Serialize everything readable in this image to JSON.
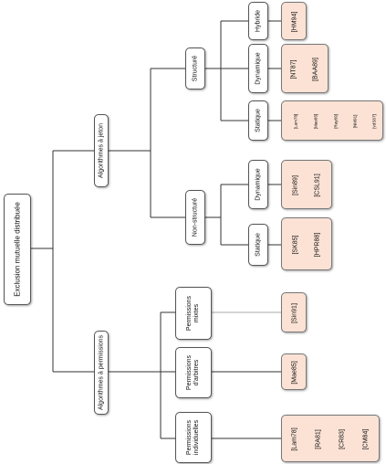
{
  "root": "Exclusion mutuelle distribuée",
  "tokens": {
    "label": "Algorithmes à jeton",
    "structured": {
      "label": "Structuré",
      "static": {
        "label": "Statique",
        "refs": [
          "[Lam78]",
          "[Mae85]",
          "[Ray89]",
          "[NM91]",
          "[vdS87]"
        ]
      },
      "dynamic": {
        "label": "Dynamique",
        "refs": [
          "[NT87]",
          "[BAA89]"
        ]
      },
      "hybrid": {
        "label": "Hybride",
        "refs": [
          "[HM94]"
        ]
      }
    },
    "unstructured": {
      "label": "Non-structuré",
      "static": {
        "label": "Statique",
        "refs": [
          "[SK85]",
          "[HPR88]"
        ]
      },
      "dynamic": {
        "label": "Dynamique",
        "refs": [
          "[Sin89]",
          "[CSL91]"
        ]
      }
    }
  },
  "permissions": {
    "label": "Algorithmes à permissions",
    "individual": {
      "line1": "Permissions",
      "line2": "individuelles",
      "refs": [
        "[Lam78]",
        "[RA81]",
        "[CR83]",
        "[CM84]"
      ]
    },
    "arbiter": {
      "line1": "Permissions",
      "line2": "d'arbitres",
      "refs": [
        "[Mae85]"
      ]
    },
    "mixed": {
      "line1": "Permissions",
      "line2": "mixtes",
      "refs": [
        "[Sin91]"
      ]
    }
  },
  "colors": {
    "leaf_fill": "#fbe2d5",
    "line": "#333333"
  }
}
